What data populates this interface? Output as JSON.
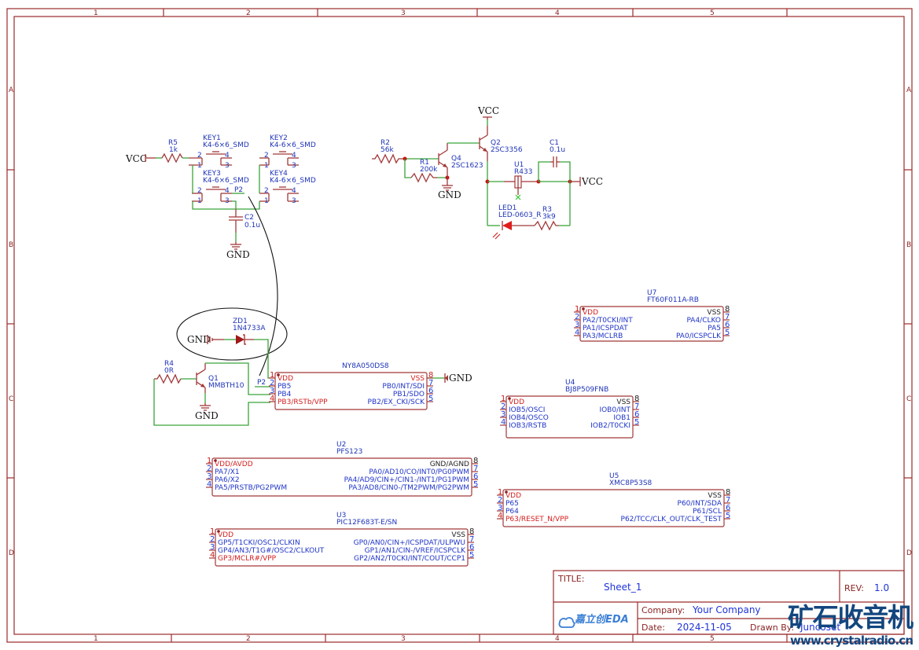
{
  "sheet": {
    "columns": [
      "1",
      "2",
      "3",
      "4",
      "5"
    ],
    "rows": [
      "A",
      "B",
      "C",
      "D"
    ]
  },
  "nets": {
    "vcc": "VCC",
    "gnd": "GND",
    "p2": "P2"
  },
  "components": {
    "R5": {
      "ref": "R5",
      "value": "1k"
    },
    "KEY1": {
      "ref": "KEY1",
      "value": "K4-6×6_SMD"
    },
    "KEY2": {
      "ref": "KEY2",
      "value": "K4-6×6_SMD"
    },
    "KEY3": {
      "ref": "KEY3",
      "value": "K4-6×6_SMD"
    },
    "KEY4": {
      "ref": "KEY4",
      "value": "K4-6×6_SMD"
    },
    "C2": {
      "ref": "C2",
      "value": "0.1u"
    },
    "R2": {
      "ref": "R2",
      "value": "56k"
    },
    "R1": {
      "ref": "R1",
      "value": "200k"
    },
    "Q4": {
      "ref": "Q4",
      "value": "2SC1623"
    },
    "Q2": {
      "ref": "Q2",
      "value": "2SC3356"
    },
    "C1": {
      "ref": "C1",
      "value": "0.1u"
    },
    "U1": {
      "ref": "U1",
      "value": "R433"
    },
    "LED1": {
      "ref": "LED1",
      "value": "LED-0603_R"
    },
    "R3": {
      "ref": "R3",
      "value": "3k9"
    },
    "ZD1": {
      "ref": "ZD1",
      "value": "1N4733A"
    },
    "R4": {
      "ref": "R4",
      "value": "0R"
    },
    "Q1": {
      "ref": "Q1",
      "value": "MMBTH10"
    }
  },
  "ics": {
    "ny8": {
      "name": "NY8A050DS8",
      "left": [
        {
          "n": "1",
          "t": "VDD",
          "c": "red"
        },
        {
          "n": "2",
          "t": "PB5",
          "c": "blue"
        },
        {
          "n": "3",
          "t": "PB4",
          "c": "blue"
        },
        {
          "n": "4",
          "t": "PB3/RSTb/VPP",
          "c": "red"
        }
      ],
      "right": [
        {
          "n": "8",
          "t": "VSS",
          "c": "red"
        },
        {
          "n": "7",
          "t": "PB0/INT/SDI",
          "c": "blue"
        },
        {
          "n": "6",
          "t": "PB1/SDO",
          "c": "blue"
        },
        {
          "n": "5",
          "t": "PB2/EX_CKI/SCK",
          "c": "blue"
        }
      ]
    },
    "u7": {
      "ref": "U7",
      "name": "FT60F011A-RB",
      "left": [
        {
          "n": "1",
          "t": "VDD",
          "c": "red"
        },
        {
          "n": "2",
          "t": "PA2/T0CKI/INT",
          "c": "blue"
        },
        {
          "n": "3",
          "t": "PA1/ICSPDAT",
          "c": "blue"
        },
        {
          "n": "4",
          "t": "PA3/MCLRB",
          "c": "blue"
        }
      ],
      "right": [
        {
          "n": "8",
          "t": "VSS",
          "c": "black"
        },
        {
          "n": "7",
          "t": "PA4/CLKO",
          "c": "blue"
        },
        {
          "n": "6",
          "t": "PA5",
          "c": "blue"
        },
        {
          "n": "5",
          "t": "PA0/ICSPCLK",
          "c": "blue"
        }
      ]
    },
    "u4": {
      "ref": "U4",
      "name": "BJ8P509FNB",
      "left": [
        {
          "n": "1",
          "t": "VDD",
          "c": "red"
        },
        {
          "n": "2",
          "t": "IOB5/OSCI",
          "c": "blue"
        },
        {
          "n": "3",
          "t": "IOB4/OSCO",
          "c": "blue"
        },
        {
          "n": "4",
          "t": "IOB3/RSTB",
          "c": "blue"
        }
      ],
      "right": [
        {
          "n": "8",
          "t": "VSS",
          "c": "black"
        },
        {
          "n": "7",
          "t": "IOB0/INT",
          "c": "blue"
        },
        {
          "n": "6",
          "t": "IOB1",
          "c": "blue"
        },
        {
          "n": "5",
          "t": "IOB2/T0CKI",
          "c": "blue"
        }
      ]
    },
    "u2": {
      "ref": "U2",
      "name": "PFS123",
      "left": [
        {
          "n": "1",
          "t": "VDD/AVDD",
          "c": "red"
        },
        {
          "n": "2",
          "t": "PA7/X1",
          "c": "blue"
        },
        {
          "n": "3",
          "t": "PA6/X2",
          "c": "blue"
        },
        {
          "n": "4",
          "t": "PA5/PRSTB/PG2PWM",
          "c": "blue"
        }
      ],
      "right": [
        {
          "n": "8",
          "t": "GND/AGND",
          "c": "black"
        },
        {
          "n": "7",
          "t": "PA0/AD10/CO/INT0/PG0PWM",
          "c": "blue"
        },
        {
          "n": "6",
          "t": "PA4/AD9/CIN+/CIN1-/INT1/PG1PWM",
          "c": "blue"
        },
        {
          "n": "5",
          "t": "PA3/AD8/CIN0-/TM2PWM/PG2PWM",
          "c": "blue"
        }
      ]
    },
    "u5": {
      "ref": "U5",
      "name": "XMC8P53S8",
      "left": [
        {
          "n": "1",
          "t": "VDD",
          "c": "red"
        },
        {
          "n": "2",
          "t": "P65",
          "c": "blue"
        },
        {
          "n": "3",
          "t": "P64",
          "c": "blue"
        },
        {
          "n": "4",
          "t": "P63/RESET_N/VPP",
          "c": "red"
        }
      ],
      "right": [
        {
          "n": "8",
          "t": "VSS",
          "c": "black"
        },
        {
          "n": "7",
          "t": "P60/INT/SDA",
          "c": "blue"
        },
        {
          "n": "6",
          "t": "P61/SCL",
          "c": "blue"
        },
        {
          "n": "5",
          "t": "P62/TCC/CLK_OUT/CLK_TEST",
          "c": "blue"
        }
      ]
    },
    "u3": {
      "ref": "U3",
      "name": "PIC12F683T-E/SN",
      "left": [
        {
          "n": "1",
          "t": "VDD",
          "c": "red"
        },
        {
          "n": "2",
          "t": "GP5/T1CKI/OSC1/CLKIN",
          "c": "blue"
        },
        {
          "n": "3",
          "t": "GP4/AN3/T1G#/OSC2/CLKOUT",
          "c": "blue"
        },
        {
          "n": "4",
          "t": "GP3/MCLR#/VPP",
          "c": "red"
        }
      ],
      "right": [
        {
          "n": "8",
          "t": "VSS",
          "c": "black"
        },
        {
          "n": "7",
          "t": "GP0/AN0/CIN+/ICSPDAT/ULPWU",
          "c": "blue"
        },
        {
          "n": "6",
          "t": "GP1/AN1/CIN-/VREF/ICSPCLK",
          "c": "blue"
        },
        {
          "n": "5",
          "t": "GP2/AN2/T0CKI/INT/COUT/CCP1",
          "c": "blue"
        }
      ]
    }
  },
  "titleblock": {
    "title_label": "TITLE:",
    "title": "Sheet_1",
    "rev_label": "REV:",
    "rev": "1.0",
    "company_label": "Company:",
    "company": "Your Company",
    "date_label": "Date:",
    "date": "2024-11-05",
    "drawn_label": "Drawn By:",
    "drawn": "Juncoset",
    "logo": "嘉立创EDA"
  },
  "watermark": {
    "title": "矿石收音机",
    "url": "www.crystalradio.cn",
    "color": "#13467e"
  }
}
